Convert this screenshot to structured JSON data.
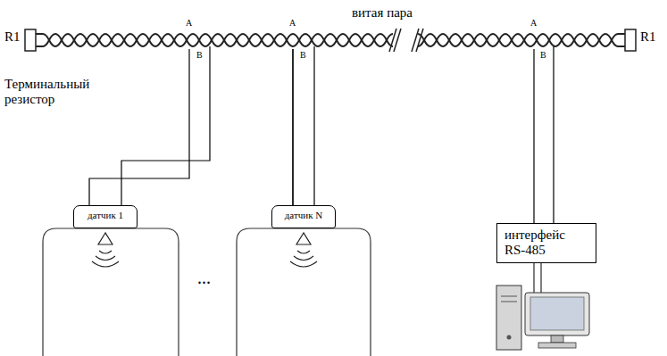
{
  "diagram": {
    "nodes": [
      {
        "text": [
          "датчик 1"
        ]
      },
      {
        "text": [
          "датчик N"
        ]
      },
      {
        "text": [
          "интерфейс RS-485"
        ]
      }
    ],
    "edges": [
      {
        "from": 0,
        "to": 1,
        "arrow": "none"
      },
      {
        "from": 1,
        "to": 2,
        "arrow": "none"
      }
    ],
    "labels": [
      "R1",
      "Терминальный резистор",
      "витая пара",
      "R1",
      "A",
      "B",
      "A",
      "B",
      "A",
      "B",
      "..."
    ]
  }
}
